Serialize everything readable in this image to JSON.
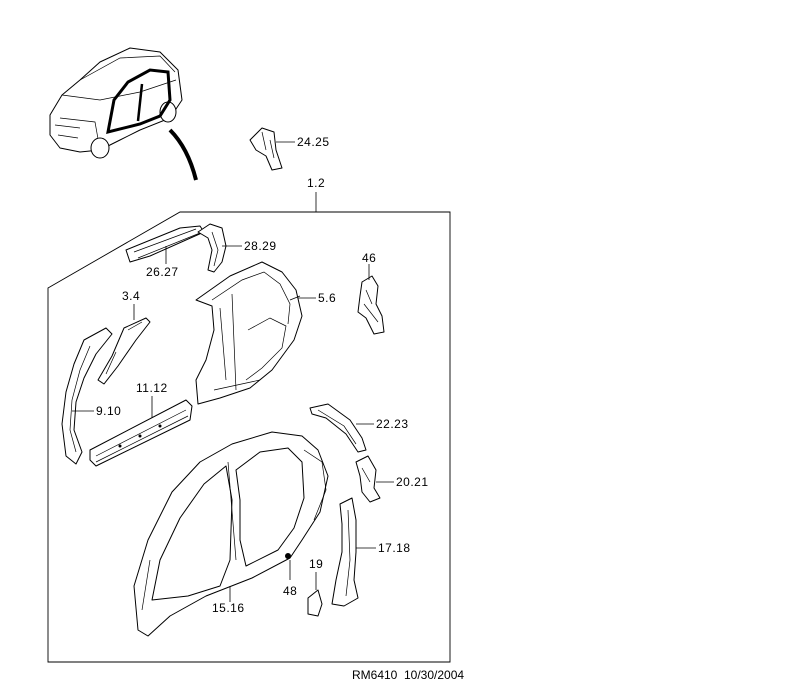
{
  "callouts": {
    "p24_25": "24.25",
    "p1_2": "1.2",
    "p28_29": "28.29",
    "p26_27": "26.27",
    "p46": "46",
    "p3_4": "3.4",
    "p5_6": "5.6",
    "p11_12": "11.12",
    "p9_10": "9.10",
    "p22_23": "22.23",
    "p20_21": "20.21",
    "p17_18": "17.18",
    "p19": "19",
    "p48": "48",
    "p15_16": "15.16"
  },
  "footer": {
    "code": "RM6410",
    "date": "10/30/2004"
  }
}
